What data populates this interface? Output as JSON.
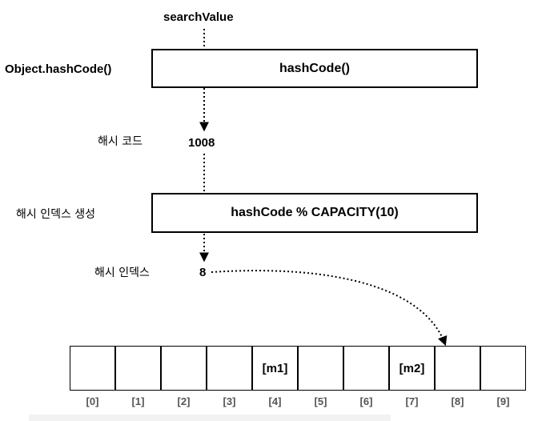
{
  "diagram": {
    "input_label": "searchValue",
    "step1": {
      "side_label": "Object.hashCode()",
      "box_text": "hashCode()"
    },
    "hash_code": {
      "label": "해시 코드",
      "value": "1008"
    },
    "step2": {
      "side_label": "해시 인덱스 생성",
      "box_text": "hashCode % CAPACITY(10)"
    },
    "hash_index": {
      "label": "해시 인덱스",
      "value": "8"
    },
    "buckets": [
      {
        "index": "[0]",
        "content": ""
      },
      {
        "index": "[1]",
        "content": ""
      },
      {
        "index": "[2]",
        "content": ""
      },
      {
        "index": "[3]",
        "content": ""
      },
      {
        "index": "[4]",
        "content": "[m1]"
      },
      {
        "index": "[5]",
        "content": ""
      },
      {
        "index": "[6]",
        "content": ""
      },
      {
        "index": "[7]",
        "content": "[m2]"
      },
      {
        "index": "[8]",
        "content": ""
      },
      {
        "index": "[9]",
        "content": ""
      }
    ],
    "target_bucket": 8
  }
}
